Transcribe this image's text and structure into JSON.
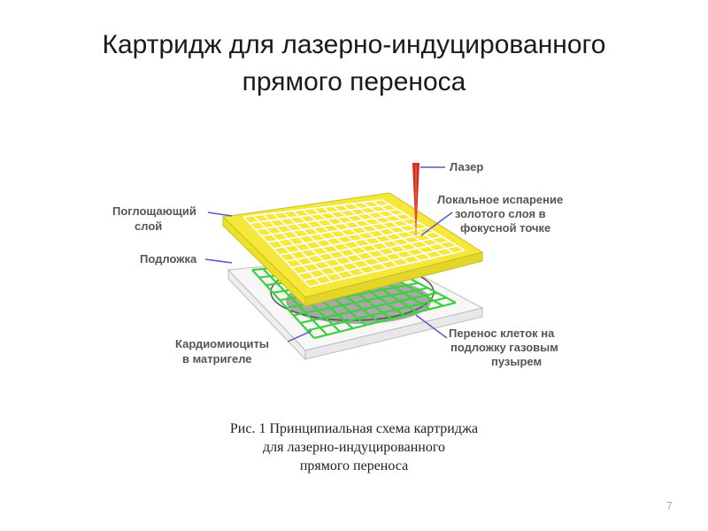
{
  "slide": {
    "title_lines": [
      "Картридж для лазерно-индуцированного",
      "прямого переноса"
    ],
    "page_number": "7"
  },
  "diagram": {
    "labels": {
      "absorbing_layer": [
        "Поглощающий",
        "слой"
      ],
      "substrate": "Подложка",
      "cardiomyocytes": [
        "Кардиомиоциты",
        "в матригеле"
      ],
      "laser": "Лазер",
      "local_evaporation": [
        "Локальное испарение",
        "золотого слоя в",
        "фокусной точке"
      ],
      "cell_transfer": [
        "Перенос клеток на",
        "подложку газовым",
        "пузырем"
      ]
    },
    "colors": {
      "absorbing_layer": "#f5e83a",
      "grid_top": "#ffffff",
      "grid_bottom": "#3fcf3f",
      "laser": "#d62b1e",
      "leader_line": "#5b57c9",
      "cell_blob": "#9a9a9a"
    }
  },
  "caption": {
    "lines": [
      "Рис. 1 Принципиальная схема картриджа",
      "для лазерно-индуцированного",
      "прямого переноса"
    ]
  }
}
